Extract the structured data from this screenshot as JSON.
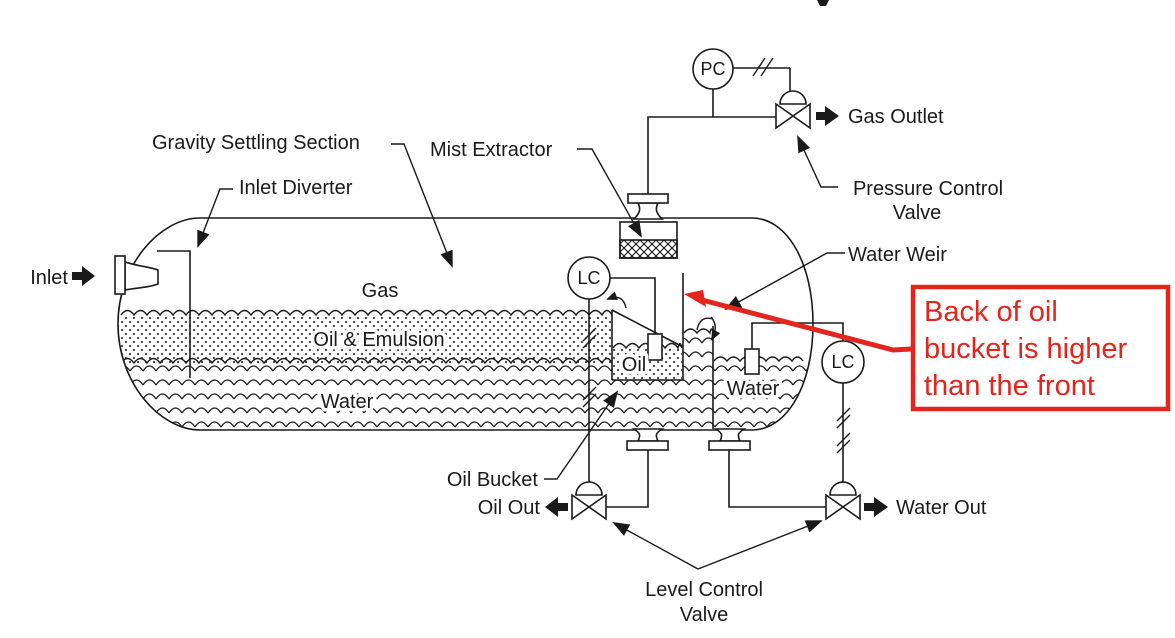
{
  "labels": {
    "gravity_settling_section": "Gravity Settling Section",
    "mist_extractor": "Mist Extractor",
    "inlet_diverter": "Inlet Diverter",
    "inlet": "Inlet",
    "gas_layer": "Gas",
    "oil_emulsion_layer": "Oil & Emulsion",
    "water_layer": "Water",
    "oil_in_bucket": "Oil",
    "water_compartment": "Water",
    "water_weir": "Water Weir",
    "gas_outlet": "Gas Outlet",
    "pressure_control_valve_line1": "Pressure Control",
    "pressure_control_valve_line2": "Valve",
    "oil_bucket": "Oil Bucket",
    "oil_out": "Oil Out",
    "water_out": "Water Out",
    "level_control_valve_line1": "Level Control",
    "level_control_valve_line2": "Valve"
  },
  "instruments": {
    "pressure_controller": "PC",
    "oil_level_controller": "LC",
    "water_level_controller": "LC"
  },
  "annotation": {
    "line1": "Back of oil",
    "line2": "bucket is higher",
    "line3": "than the front",
    "color": "#e3251d"
  },
  "colors": {
    "line": "#1a1a1a",
    "background": "#ffffff",
    "annotation": "#e3251d"
  }
}
